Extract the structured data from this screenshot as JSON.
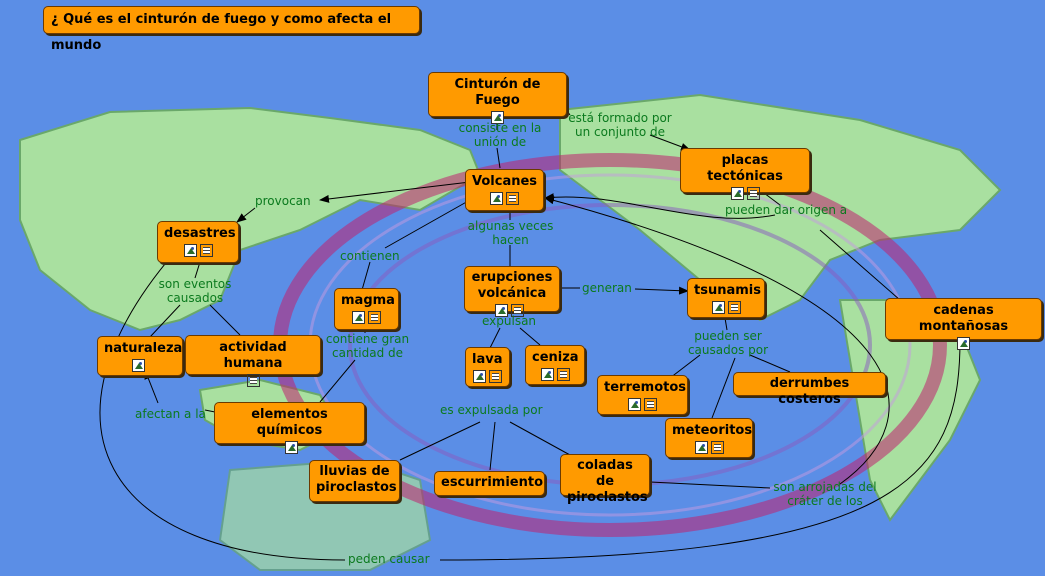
{
  "title": "¿ Qué es el cinturón de fuego y como afecta el mundo",
  "concepts": {
    "cinturon": "Cinturón de Fuego",
    "placas": "placas tectónicas",
    "volcanes": "Volcanes",
    "desastres": "desastres",
    "erupciones": "erupciones volcánica",
    "tsunamis": "tsunamis",
    "cadenas": "cadenas montañosas",
    "magma": "magma",
    "naturaleza": "naturaleza",
    "actividad": "actividad humana",
    "lava": "lava",
    "ceniza": "ceniza",
    "terremotos": "terremotos",
    "derrumbes": "derrumbes costeros",
    "elementos": "elementos químicos",
    "meteoritos": "meteoritos",
    "lluvias": "lluvias de piroclastos",
    "escurrimiento": "escurrimiento",
    "coladas": "coladas de piroclastos"
  },
  "links": {
    "consiste": "consiste en la unión de",
    "formado": "está formado por un conjunto de",
    "provocan": "provocan",
    "pueden_origen": "pueden dar origen a",
    "algunas": "algunas veces hacen",
    "contienen": "contienen",
    "eventos": "son eventos causados",
    "generan": "generan",
    "expulsan": "expulsan",
    "contiene_gran": "contiene gran cantidad de",
    "causados": "pueden ser causados por",
    "afectan": "afectan a la",
    "expulsada": "es expulsada por",
    "arrojadas": "son arrojadas del cráter de los",
    "peden": "peden causar"
  }
}
